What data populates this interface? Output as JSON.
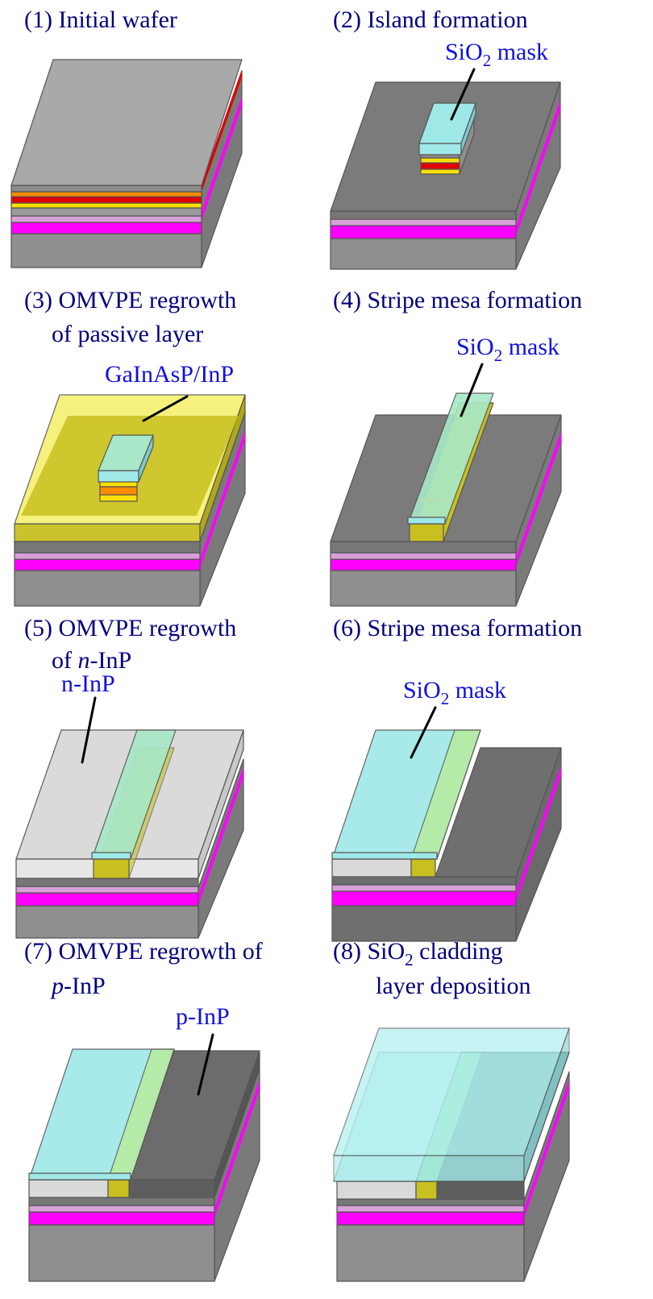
{
  "colors": {
    "substrate": "#8f8f8f",
    "wafer_top": "#a9a9a9",
    "dark_layer": "#777777",
    "magenta_layer": "#ff00ff",
    "pink_layer": "#d8a0d8",
    "active_red": "#e00000",
    "active_orange": "#ff8c00",
    "active_yellow": "#ffe000",
    "passive_layer": "#c8c020",
    "passive_layer_light": "#f6f070",
    "sio2": "#9fe8e8",
    "stripe": "#b9ec98",
    "n_inp": "#d9d9d9",
    "p_inp": "#6c6c6c",
    "caption_text": "#000080",
    "callout_text": "#1010e0"
  },
  "panels": [
    {
      "id": "1",
      "caption_lines": [
        "(1) Initial wafer"
      ],
      "callout": null
    },
    {
      "id": "2",
      "caption_lines": [
        "(2) Island formation"
      ],
      "callout": {
        "text": "SiO",
        "sub": "2",
        "tail": " mask"
      }
    },
    {
      "id": "3",
      "caption_lines": [
        "(3) OMVPE regrowth",
        "of passive layer"
      ],
      "callout": {
        "text": "GaInAsP/InP",
        "sub": "",
        "tail": ""
      }
    },
    {
      "id": "4",
      "caption_lines": [
        "(4)  Stripe mesa formation"
      ],
      "callout": {
        "text": "SiO",
        "sub": "2",
        "tail": " mask"
      }
    },
    {
      "id": "5",
      "caption_lines": [
        "(5) OMVPE regrowth",
        "of n-InP"
      ],
      "callout": {
        "text": "n-InP",
        "sub": "",
        "tail": ""
      }
    },
    {
      "id": "6",
      "caption_lines": [
        "(6)  Stripe mesa formation"
      ],
      "callout": {
        "text": "SiO",
        "sub": "2",
        "tail": " mask"
      }
    },
    {
      "id": "7",
      "caption_lines": [
        "(7) OMVPE regrowth of",
        "p-InP"
      ],
      "callout": {
        "text": "p-InP",
        "sub": "",
        "tail": ""
      }
    },
    {
      "id": "8",
      "caption_lines": [
        "(8) SiO2 cladding",
        "layer deposition"
      ],
      "callout": null
    }
  ]
}
